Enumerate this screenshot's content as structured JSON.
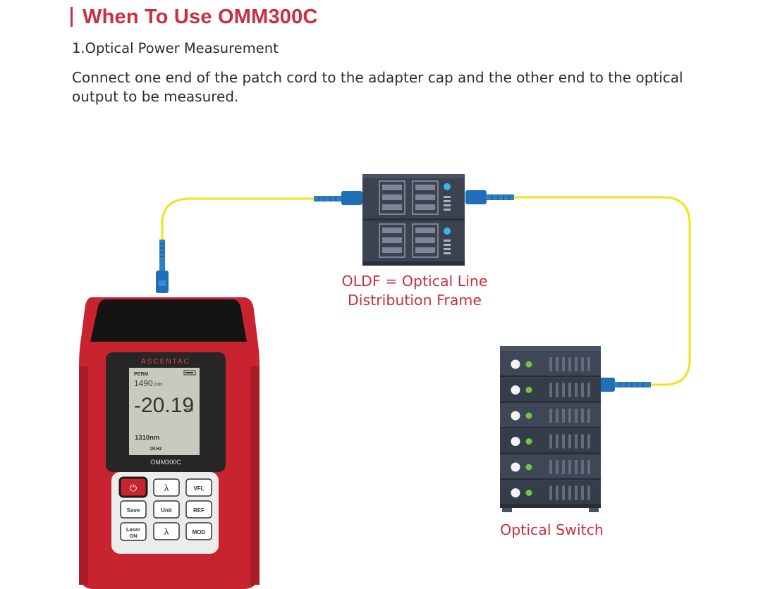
{
  "heading": {
    "title": "When To Use OMM300C"
  },
  "section": {
    "subtitle": "1.Optical Power Measurement",
    "description": "Connect one end of the patch cord to the adapter cap and the other end to the optical output to be measured."
  },
  "oldf": {
    "label_line1": "OLDF = Optical Line",
    "label_line2": "Distribution Frame"
  },
  "switch": {
    "label": "Optical Switch"
  },
  "meter": {
    "brand": "ASCENTAC",
    "model": "OMM300C",
    "screen": {
      "mode": "PERM",
      "wavelength_top": "1490",
      "wavelength_top_unit": "nm",
      "power": "-20.19",
      "power_unit": "dBM",
      "wavelength_bottom": "1310nm",
      "modulation": "1KHz"
    },
    "buttons": {
      "power": "⏻",
      "lambda1": "λ",
      "vfl": "VFL",
      "save": "Save",
      "unit": "Unit",
      "ref": "REF",
      "laser_line1": "Laser",
      "laser_line2": "ON",
      "lambda2": "λ",
      "mod": "MOD"
    }
  },
  "colors": {
    "accent": "#c92f3f",
    "fiber": "#f3e21a",
    "connector": "#1f6fb8",
    "rack": "#3b4351",
    "meter_body": "#c8242f"
  }
}
